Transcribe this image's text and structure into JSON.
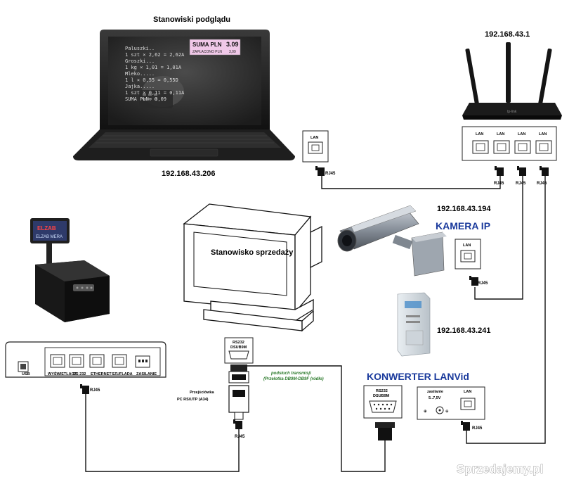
{
  "labels": {
    "view_station": "Stanowiski podglądu",
    "sale_station": "Stanowisko sprzedaży",
    "camera": "KAMERA IP",
    "converter": "KONWERTER LANVid",
    "adapter_line1": "Przejściówka",
    "adapter_line2": "PC RS/UTP (A34)",
    "transmission_line1": "podsłuch transmisji",
    "transmission_line2": "(Przelotka DB9M-DB9F (ródło)",
    "power_label": "zasilanie",
    "power_value": "5..7,5V"
  },
  "ips": {
    "laptop": "192.168.43.206",
    "router": "192.168.43.1",
    "camera": "192.168.43.194",
    "converter": "192.168.43.241"
  },
  "ports": {
    "lan": "LAN",
    "rj45": "RJ45",
    "rs232_line1": "RS232",
    "rs232_line2": "DSUB9M",
    "dsub_line1": "RS232",
    "dsub_line2": "DSUB9M"
  },
  "printer": {
    "brand": "ELZAB",
    "display": "ELZAB MERA",
    "ports": [
      "USB",
      "WYŚWIETLACZ",
      "RS 232",
      "ETHERNET",
      "SZUFLADA",
      "ZASILANIE"
    ]
  },
  "screen": {
    "display_top": "SUMA PLN",
    "display_value": "3.09",
    "display_bottom": "ZAPŁACONO PLN",
    "display_bottom_value": "3,09",
    "lines": [
      "Paluszki..",
      "  1 szt  ×   2,62  =   2,62A",
      "Groszki...",
      "  1 kg   ×   1,01  =   1,01A",
      "Mleko.....",
      "  1 l    ×   0,55  =   0,55D",
      "Jajka.....",
      "  1 szt  ×   0,11  =   0,11A",
      "      SUMA PLN:       3,09"
    ]
  },
  "watermark": "Sprzedajemy.pl"
}
